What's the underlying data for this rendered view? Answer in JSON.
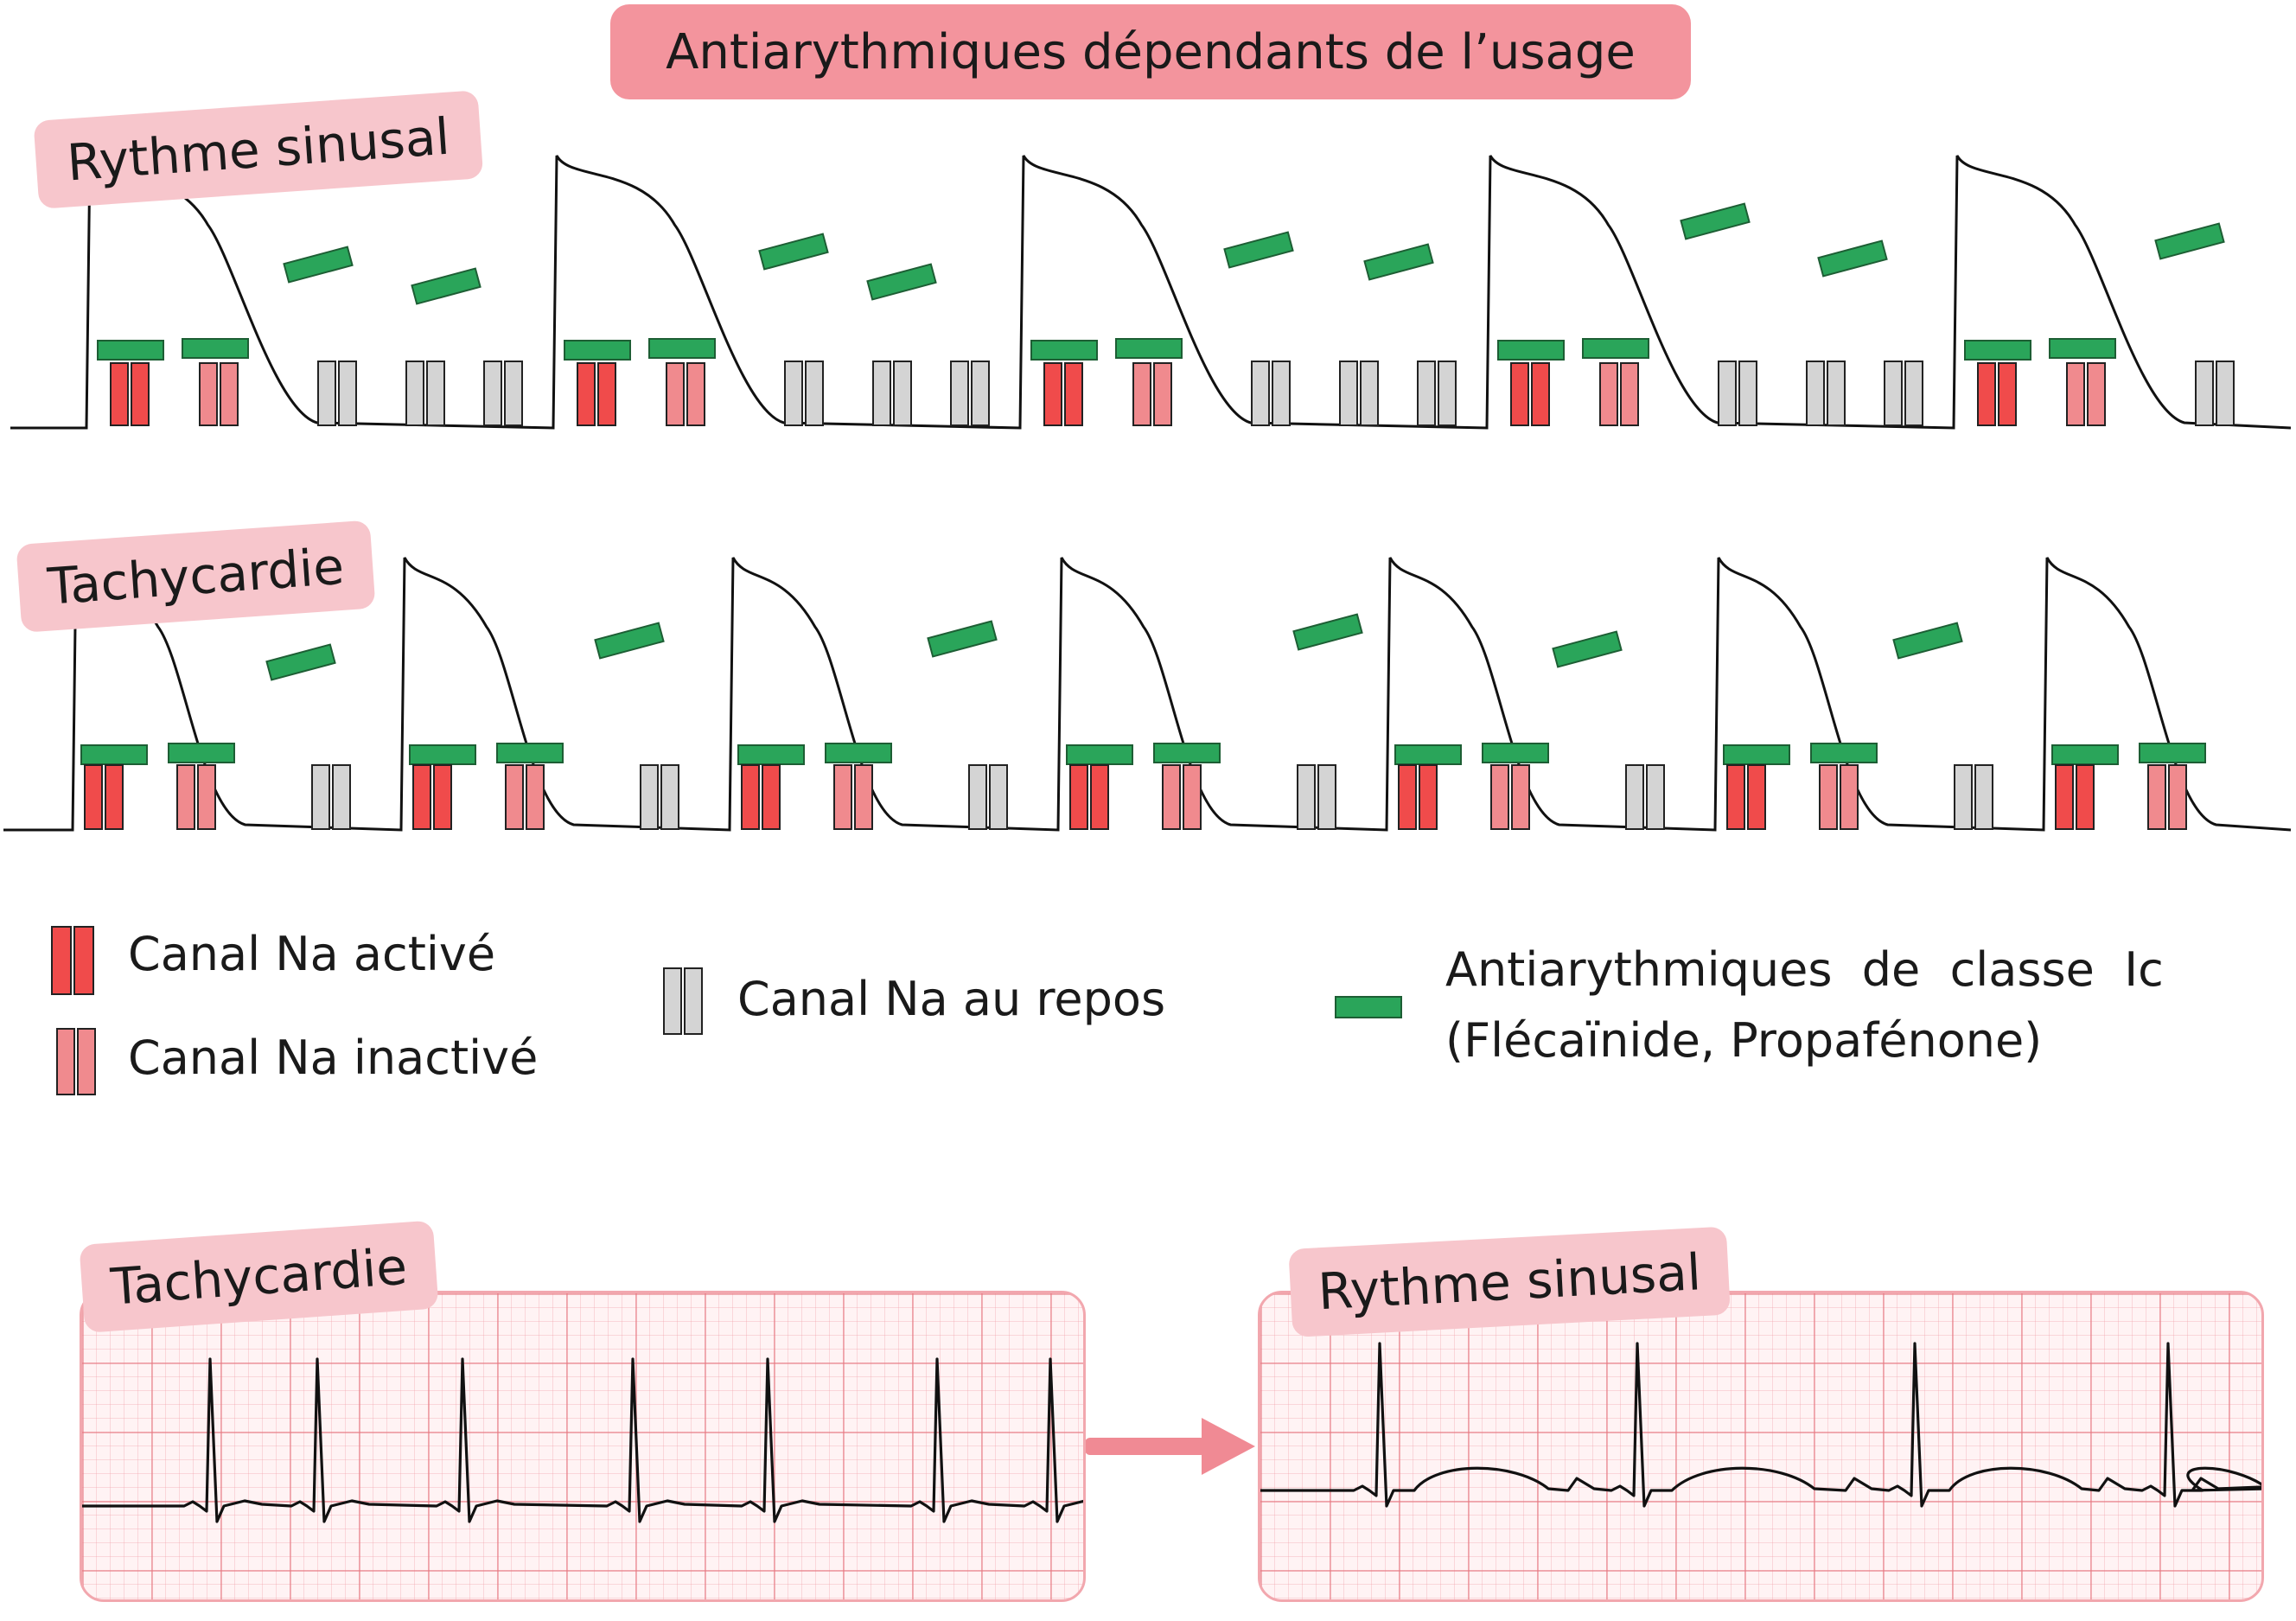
{
  "title": "Antiarythmiques dépendants de l’usage",
  "sections": {
    "sinus_label": "Rythme sinusal",
    "tachy_label": "Tachycardie"
  },
  "legend": {
    "active": "Canal Na activé",
    "inactive": "Canal Na inactivé",
    "rest": "Canal Na au repos",
    "drug_line1": "Antiarythmiques  de  classe  Ic",
    "drug_line2": "(Flécaïnide, Propafénone)"
  },
  "ecg": {
    "left_label": "Tachycardie",
    "right_label": "Rythme sinusal"
  },
  "colors": {
    "active": "#f04b4b",
    "inactive": "#f08a8e",
    "rest": "#d4d4d4",
    "drug": "#2aa55a",
    "title_pill": "#f3949d",
    "label_pill": "#f7c6cc",
    "arrow": "#f08a94"
  }
}
